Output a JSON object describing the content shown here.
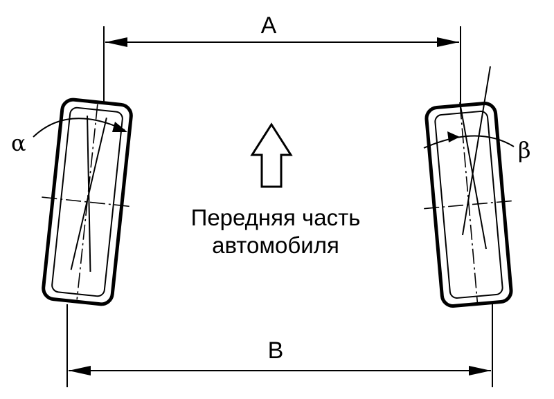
{
  "labels": {
    "dimension_front": "A",
    "dimension_rear": "B",
    "angle_left": "α",
    "angle_right": "β"
  },
  "caption": {
    "line1": "Передняя часть",
    "line2": "автомобиля"
  }
}
